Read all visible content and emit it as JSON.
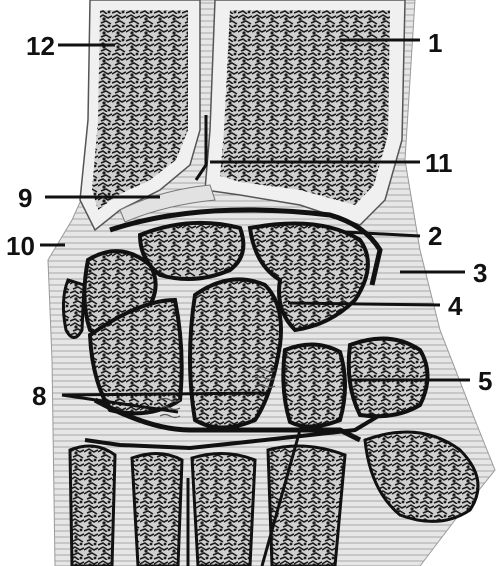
{
  "figure": {
    "labels": [
      {
        "id": "l1",
        "text": "1"
      },
      {
        "id": "l2",
        "text": "2"
      },
      {
        "id": "l3",
        "text": "3"
      },
      {
        "id": "l4",
        "text": "4"
      },
      {
        "id": "l5",
        "text": "5"
      },
      {
        "id": "l8",
        "text": "8"
      },
      {
        "id": "l9",
        "text": "9"
      },
      {
        "id": "l10",
        "text": "10"
      },
      {
        "id": "l11",
        "text": "11"
      },
      {
        "id": "l12",
        "text": "12"
      }
    ]
  },
  "colors": {
    "background": "#ffffff",
    "bone_fill": "#d4d4d4",
    "cortex": "#f2f2f2",
    "joint_line": "#111111",
    "ligament": "#bdbdbd",
    "label": "#111111"
  }
}
